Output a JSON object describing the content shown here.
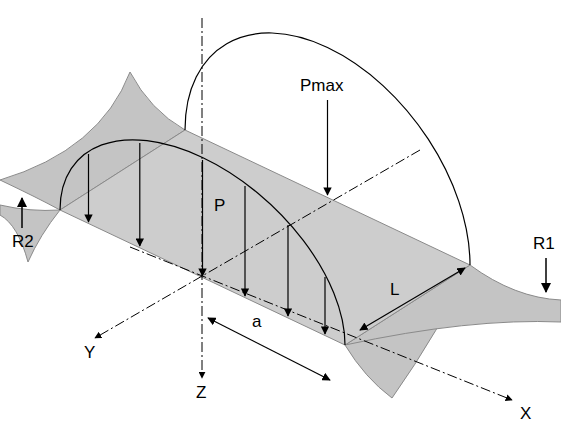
{
  "diagram": {
    "labels": [
      "Pmax",
      "P",
      "L",
      "R1",
      "R2",
      "a",
      "Y",
      "Z",
      "X"
    ]
  }
}
